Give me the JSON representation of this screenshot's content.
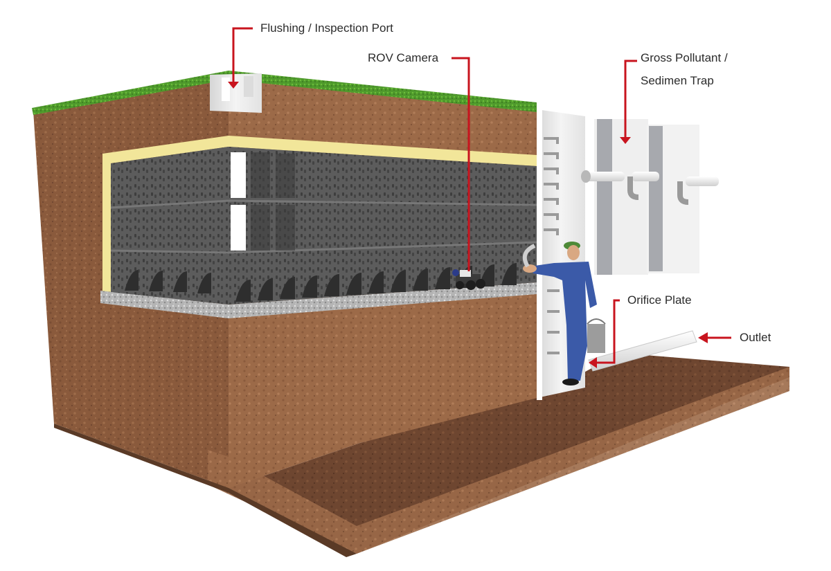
{
  "diagram": {
    "subject": "Underground stormwater storage tank system cross-section",
    "colors": {
      "soil": "#8a5a3c",
      "soil_dark": "#6e4630",
      "soil_light": "#9c6a48",
      "grass": "#4f9a2c",
      "liner": "#f2e69a",
      "tank_modules": "#5a5a5a",
      "gravel": "#b9b9b9",
      "concrete": "#ececec",
      "callout_red": "#c8141e",
      "label_text": "#2b2b2b",
      "worker_overalls": "#3b5aa8",
      "worker_cap": "#4e8a38"
    },
    "labels": {
      "flushing_port": "Flushing / Inspection Port",
      "rov_camera": "ROV Camera",
      "gross_pollutant_line1": "Gross Pollutant /",
      "gross_pollutant_line2": "Sedimen Trap",
      "orifice_plate": "Orifice Plate",
      "outlet": "Outlet"
    },
    "components": [
      {
        "name": "Flushing / Inspection Port",
        "type": "access-port"
      },
      {
        "name": "ROV Camera",
        "type": "inspection-robot"
      },
      {
        "name": "Gross Pollutant / Sedimen Trap",
        "type": "pretreatment-chamber"
      },
      {
        "name": "Orifice Plate",
        "type": "flow-control"
      },
      {
        "name": "Outlet",
        "type": "pipe"
      }
    ]
  }
}
